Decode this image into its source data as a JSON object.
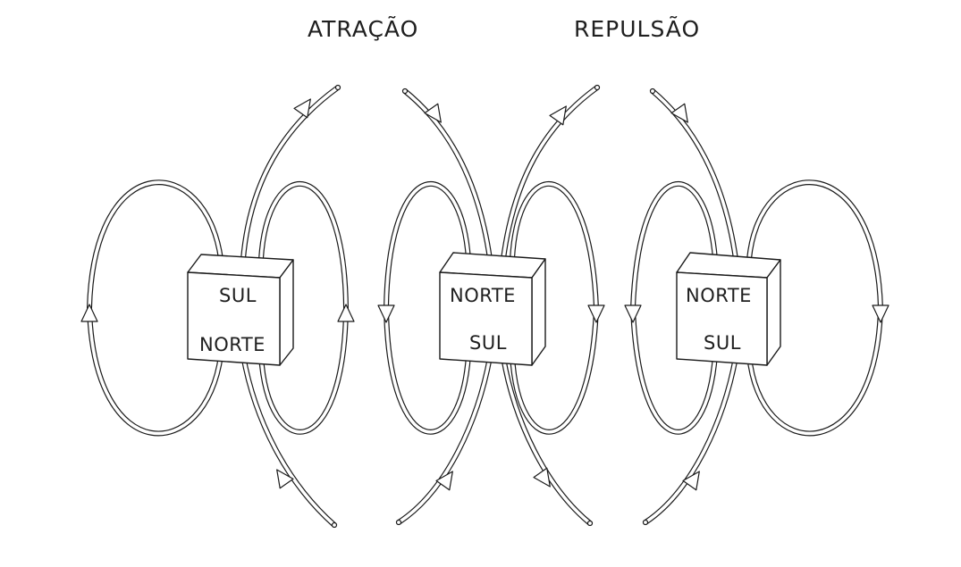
{
  "headings": {
    "attraction": "ATRAÇÃO",
    "repulsion": "REPULSÃO"
  },
  "magnets": [
    {
      "top_label": "SUL",
      "bottom_label": "NORTE"
    },
    {
      "top_label": "NORTE",
      "bottom_label": "SUL"
    },
    {
      "top_label": "NORTE",
      "bottom_label": "SUL"
    }
  ],
  "colors": {
    "line": "#1a1a1a",
    "background": "#ffffff"
  }
}
